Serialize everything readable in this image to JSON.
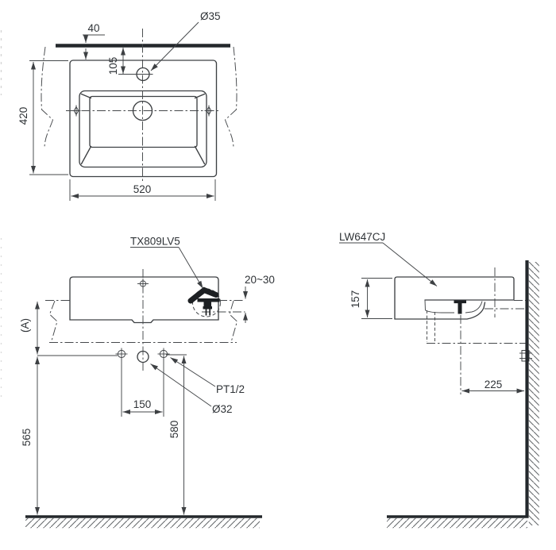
{
  "drawing": {
    "views": {
      "plan": {
        "wall_offset": "40",
        "faucet_hole_diameter": "Ø35",
        "faucet_hole_from_wall": "105",
        "overall_depth": "420",
        "overall_width": "520"
      },
      "front": {
        "faucet_model": "TX809LV5",
        "spout_clearance": "20~30",
        "rim_height_ref": "(A)",
        "supply_thread": "PT1/2",
        "drain_diameter": "Ø32",
        "hole_spacing": "150",
        "supply_height": "565",
        "drain_height": "580"
      },
      "side": {
        "basin_model": "LW647CJ",
        "basin_height": "157",
        "drain_to_wall": "225"
      }
    },
    "colors": {
      "line": "#3d4043",
      "thick_line": "#24282c",
      "text": "#2f3337",
      "hatch": "#686b6e",
      "faucet_fill": "#1d2023",
      "background": "#ffffff"
    }
  }
}
